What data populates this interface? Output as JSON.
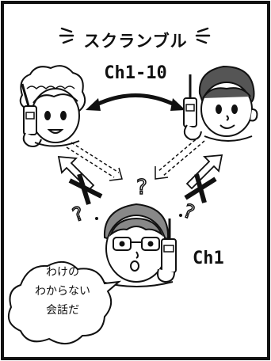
{
  "title": "スクランブル",
  "channel_range": "Ch1-10",
  "listener_channel": "Ch1",
  "speech_bubble": {
    "lines": [
      "わけの",
      "わからない",
      "会話だ"
    ]
  },
  "question_marks": [
    "?",
    "?",
    "?"
  ],
  "colors": {
    "ink": "#111111",
    "background": "#ffffff",
    "hair_dark": "#555555",
    "skin": "#ffffff"
  }
}
